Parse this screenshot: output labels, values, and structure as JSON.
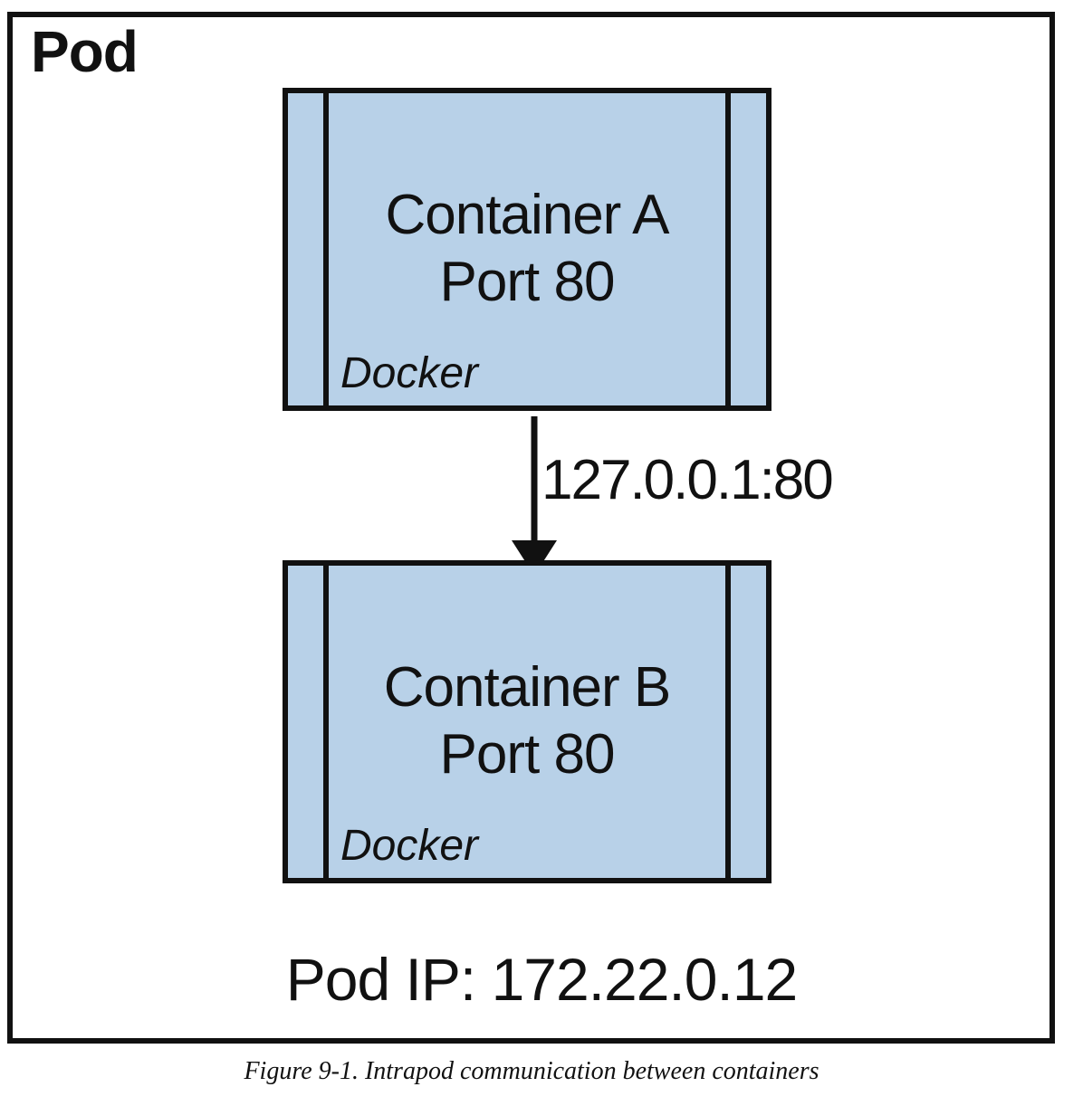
{
  "pod": {
    "title": "Pod",
    "ip_label": "Pod IP: 172.22.0.12"
  },
  "containers": [
    {
      "name": "Container A",
      "port": "Port 80",
      "runtime": "Docker"
    },
    {
      "name": "Container B",
      "port": "Port 80",
      "runtime": "Docker"
    }
  ],
  "link": {
    "label": "127.0.0.1:80"
  },
  "caption": "Figure 9-1. Intrapod communication between containers",
  "colors": {
    "container_fill": "#b8d1e8",
    "stroke": "#111111",
    "background": "#ffffff"
  }
}
